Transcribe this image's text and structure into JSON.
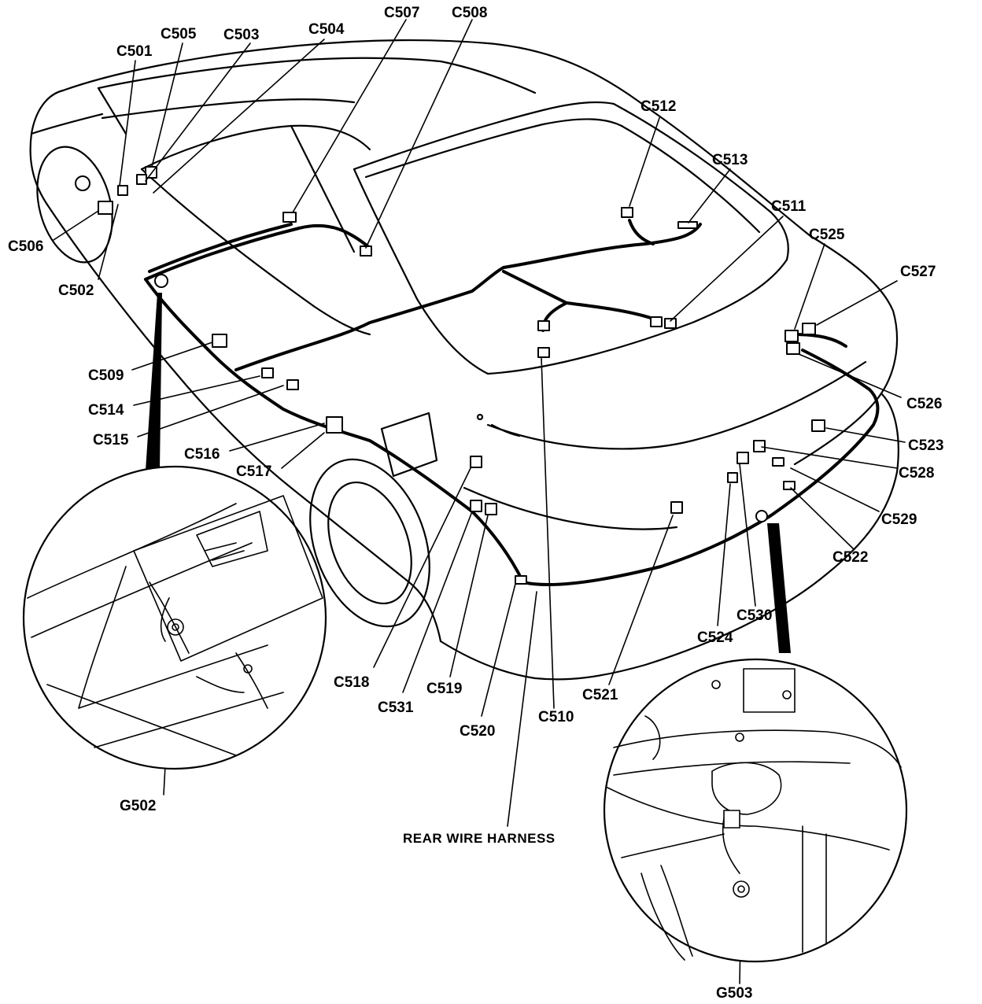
{
  "labels": {
    "c501": "C501",
    "c502": "C502",
    "c503": "C503",
    "c504": "C504",
    "c505": "C505",
    "c506": "C506",
    "c507": "C507",
    "c508": "C508",
    "c509": "C509",
    "c510": "C510",
    "c511": "C511",
    "c512": "C512",
    "c513": "C513",
    "c514": "C514",
    "c515": "C515",
    "c516": "C516",
    "c517": "C517",
    "c518": "C518",
    "c519": "C519",
    "c520": "C520",
    "c521": "C521",
    "c522": "C522",
    "c523": "C523",
    "c524": "C524",
    "c525": "C525",
    "c526": "C526",
    "c527": "C527",
    "c528": "C528",
    "c529": "C529",
    "c530": "C530",
    "c531": "C531",
    "g502": "G502",
    "g503": "G503",
    "harness": "REAR WIRE HARNESS"
  },
  "colors": {
    "ink": "#000000",
    "paper": "#ffffff"
  }
}
